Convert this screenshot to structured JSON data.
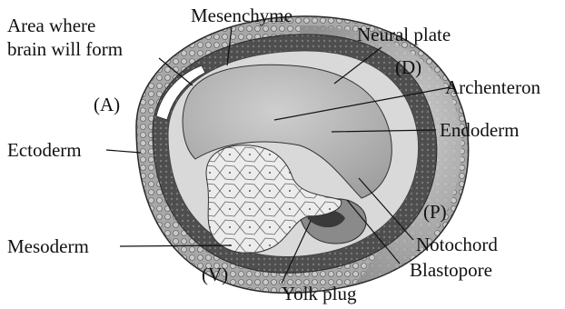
{
  "labels": {
    "brain_line1": "Area where",
    "brain_line2": "brain will form",
    "mesenchyme": "Mesenchyme",
    "neural_plate": "Neural plate",
    "dorsal": "(D)",
    "archenteron": "Archenteron",
    "anterior": "(A)",
    "endoderm": "Endoderm",
    "ectoderm": "Ectoderm",
    "posterior": "(P)",
    "mesoderm": "Mesoderm",
    "notochord": "Notochord",
    "blastopore": "Blastopore",
    "ventral": "(V)",
    "yolk_plug": "Yolk plug"
  },
  "colors": {
    "ectoderm": "#9a9a9a",
    "mesoderm": "#5a5a5a",
    "endoderm": "#d6d6d6",
    "archenteron": "#bdbdbd",
    "yolk": "#e9e9e9",
    "outline": "#2a2a2a"
  }
}
